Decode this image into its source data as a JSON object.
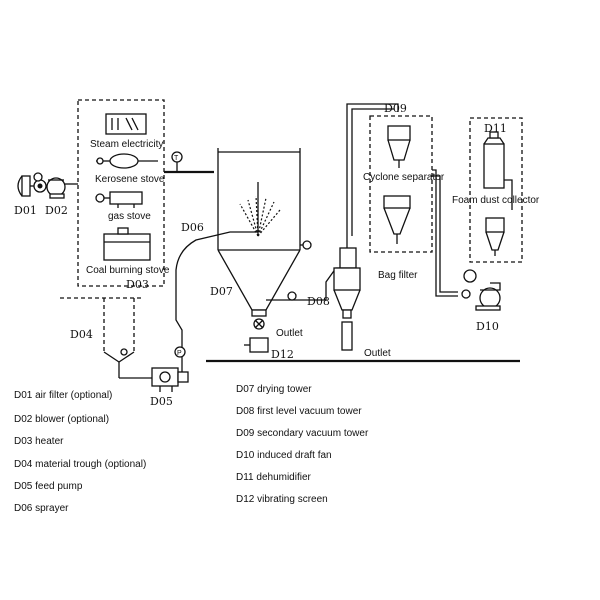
{
  "diagram": {
    "heater_options": {
      "steam": "Steam electricity",
      "kerosene": "Kerosene stove",
      "gas": "gas stove",
      "coal": "Coal burning stove"
    },
    "separators": {
      "cyclone": "Cyclone separator",
      "bag": "Bag filter",
      "foam": "Foam dust collector"
    },
    "outlets": {
      "tower_outlet": "Outlet",
      "line_outlet": "Outlet"
    },
    "codes": {
      "d01": "D01",
      "d02": "D02",
      "d03": "D03",
      "d04": "D04",
      "d05": "D05",
      "d06": "D06",
      "d07": "D07",
      "d08": "D08",
      "d09": "D09",
      "d10": "D10",
      "d11": "D11",
      "d12": "D12"
    },
    "gauge_marks": {
      "t": "T",
      "p": "P"
    }
  },
  "legend": {
    "left": [
      "D01 air filter (optional)",
      "D02 blower (optional)",
      "D03 heater",
      "D04 material trough (optional)",
      "D05 feed pump",
      "D06 sprayer"
    ],
    "right": [
      "D07 drying tower",
      "D08 first level vacuum tower",
      "D09 secondary vacuum tower",
      "D10 induced draft fan",
      "D11 dehumidifier",
      "D12 vibrating screen"
    ]
  }
}
